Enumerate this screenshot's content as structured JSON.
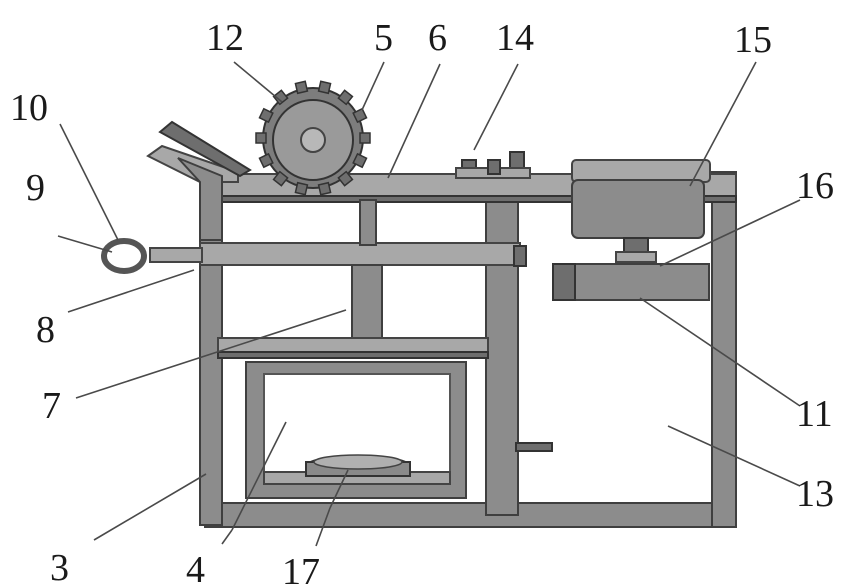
{
  "figure": {
    "labels": [
      "12",
      "5",
      "6",
      "14",
      "15",
      "10",
      "9",
      "16",
      "8",
      "7",
      "11",
      "13",
      "3",
      "4",
      "17"
    ]
  },
  "colors": {
    "frame": "#8c8c8c",
    "frame_dark": "#6e6e6e",
    "frame_light": "#a8a8a8",
    "outline": "#3f3f3f",
    "background": "#ffffff"
  }
}
